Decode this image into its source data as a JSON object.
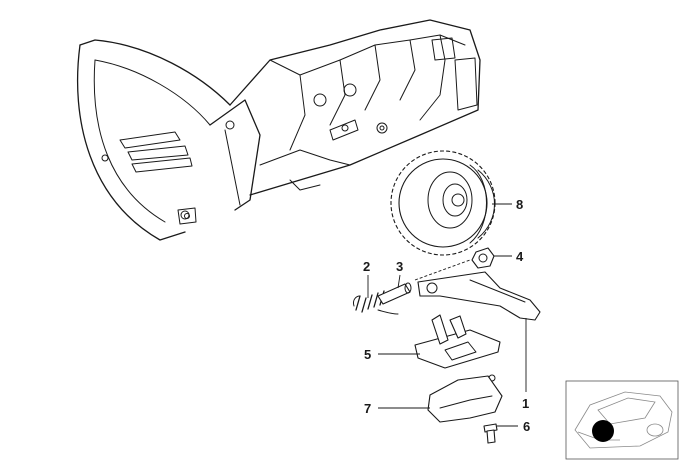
{
  "diagram": {
    "callouts": [
      {
        "id": "8",
        "label": "8"
      },
      {
        "id": "4",
        "label": "4"
      },
      {
        "id": "2",
        "label": "2"
      },
      {
        "id": "3",
        "label": "3"
      },
      {
        "id": "5",
        "label": "5"
      },
      {
        "id": "1",
        "label": "1"
      },
      {
        "id": "7",
        "label": "7"
      },
      {
        "id": "6",
        "label": "6"
      }
    ],
    "locator": {
      "marker_color": "#000000"
    },
    "colors": {
      "line": "#1a1a1a",
      "background": "#ffffff"
    }
  }
}
